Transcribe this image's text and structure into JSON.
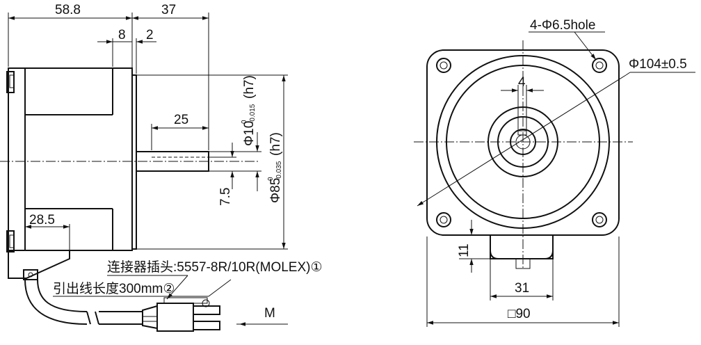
{
  "left_view": {
    "dims": {
      "d_58_8": "58.8",
      "d_37": "37",
      "d_8": "8",
      "d_2": "2",
      "d_25": "25",
      "d_28_5": "28.5",
      "d_7_5": "7.5",
      "shaft_dia": "Φ10",
      "shaft_tol_upper": "0",
      "shaft_tol_lower": "-0.015",
      "shaft_fit": "(h7)",
      "pilot_dia": "Φ85",
      "pilot_tol_upper": "0",
      "pilot_tol_lower": "-0.035",
      "pilot_fit": "(h7)"
    },
    "connector_label": "连接器插头:5557-8R/10R(MOLEX)①",
    "lead_label": "引出线长度300mm②",
    "view_arrow_label": "M"
  },
  "right_view": {
    "holes_label": "4-Φ6.5hole",
    "bolt_circle": "Φ104±0.5",
    "key_width": "4",
    "d_11": "11",
    "d_31": "31",
    "square_size": "□90"
  }
}
